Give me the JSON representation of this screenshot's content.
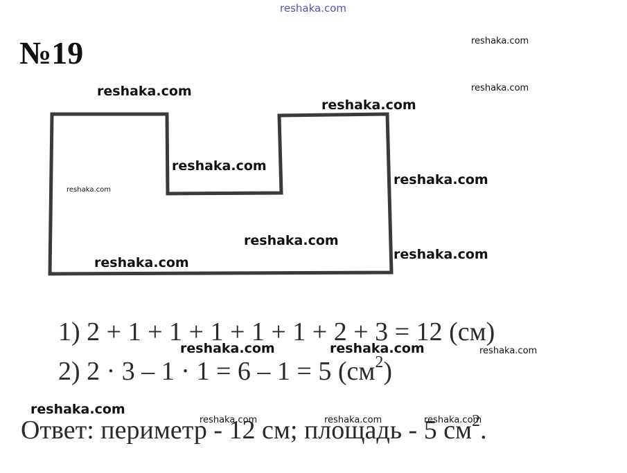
{
  "header": {
    "site": "reshaka.com",
    "problem": "№19"
  },
  "solution": {
    "step1": "1)  2 + 1 + 1 + 1 + 1 + 1 + 2 + 3 = 12 (см)",
    "step2_main": "2)  2 · 3 – 1 · 1 = 6 – 1 = 5 (см",
    "step2_sup": "2",
    "step2_close": ")",
    "answer_main": "Ответ: периметр - 12 см;  площадь - 5 см",
    "answer_sup": "2",
    "answer_end": "."
  },
  "watermark": "reshaka.com",
  "colors": {
    "stroke": "#3a3a3a",
    "watermark_top": "#4a55b8"
  }
}
